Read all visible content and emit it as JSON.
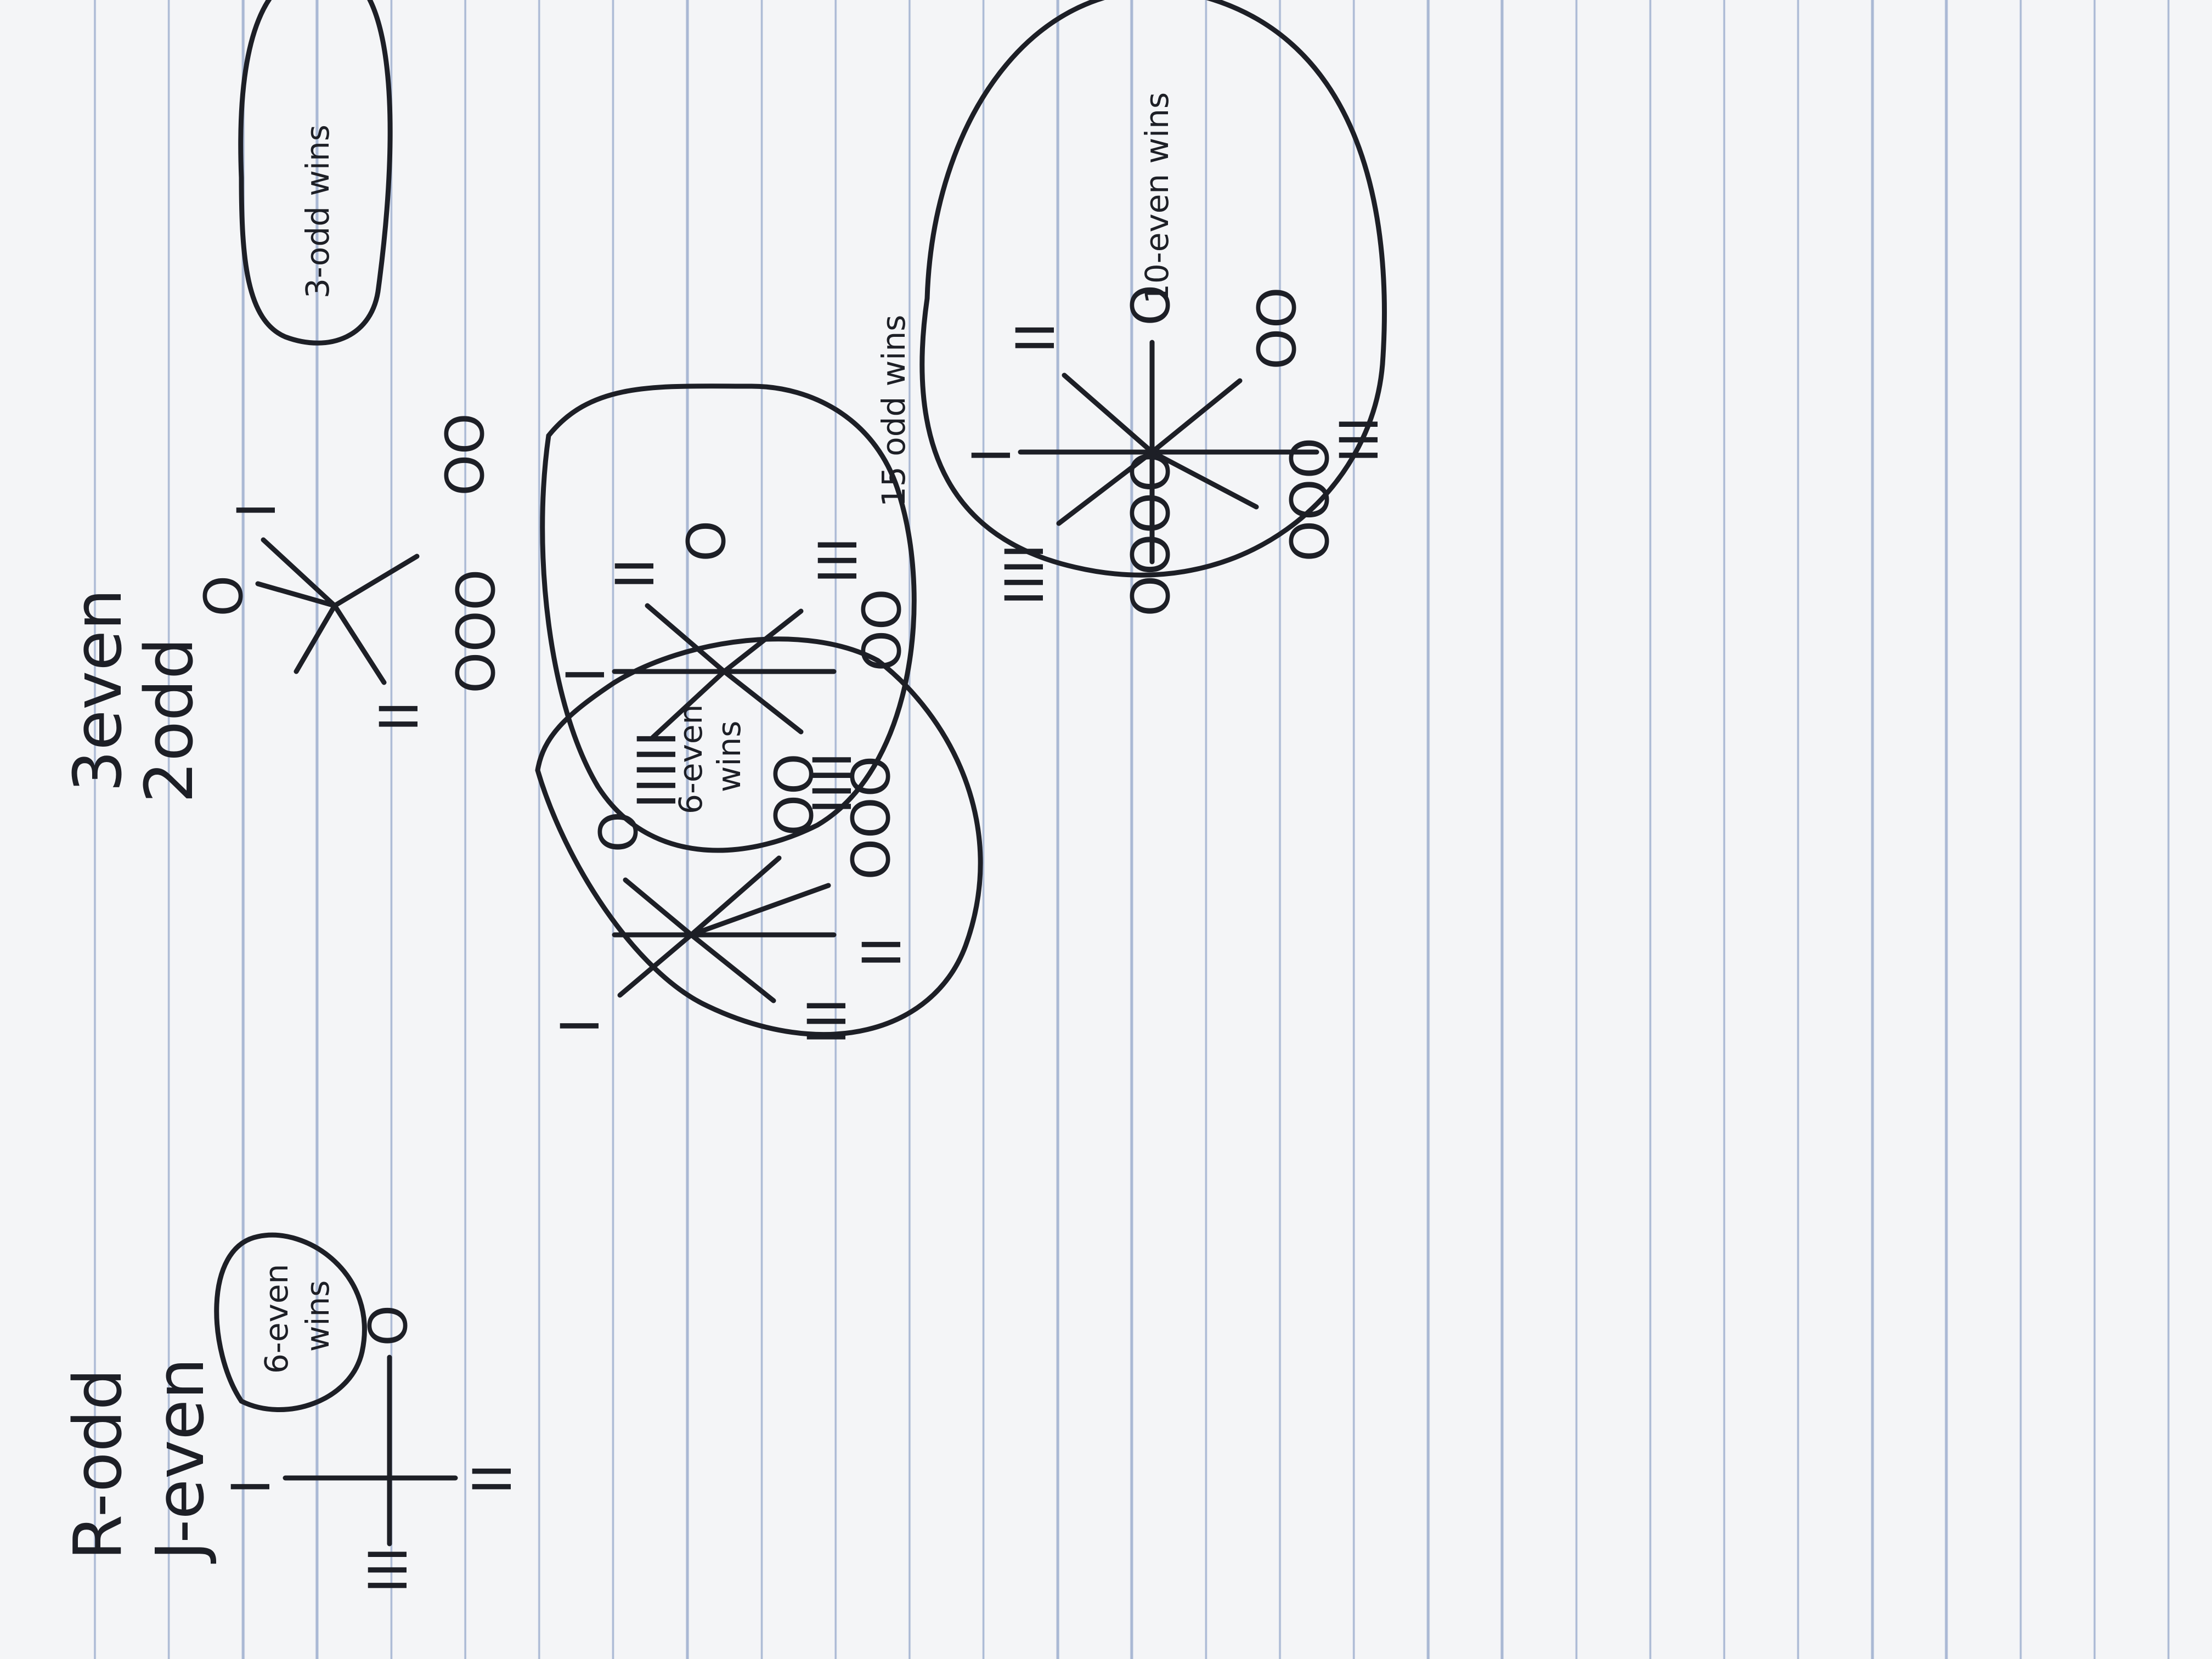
{
  "legend": {
    "r_odd": "R-odd",
    "j_even": "J-even",
    "three_even": "3even",
    "two_odd": "2odd"
  },
  "diagrams": {
    "d1": {
      "top": "I",
      "left": "III",
      "right": "O",
      "bottom": "II",
      "note": [
        "6-even",
        "wins"
      ]
    },
    "d2": {
      "top": "O",
      "left": "II",
      "right": "I",
      "bottom_left": "OOO",
      "bottom_right": "OO",
      "note": "3-odd wins"
    },
    "d3": {
      "top_left": "I",
      "left": "III",
      "right": "O",
      "bottom_left": "II",
      "bottom_right": "OO",
      "bottom": "OOO",
      "note": [
        "6-even",
        "wins"
      ]
    },
    "d4": {
      "top": "I",
      "top_left": "IIIII",
      "left": "IIII",
      "top_right": "II",
      "right": "O",
      "bottom_right": "III",
      "bottom": "OO",
      "note": "15 odd wins"
    },
    "d5": {
      "top": "I",
      "top_left": "IIII",
      "left": "OOOO",
      "top_right": "II",
      "right": "O",
      "bottom_left": "OOO",
      "bottom_right": "OO",
      "bottom": "III",
      "note": "10-even wins"
    }
  }
}
